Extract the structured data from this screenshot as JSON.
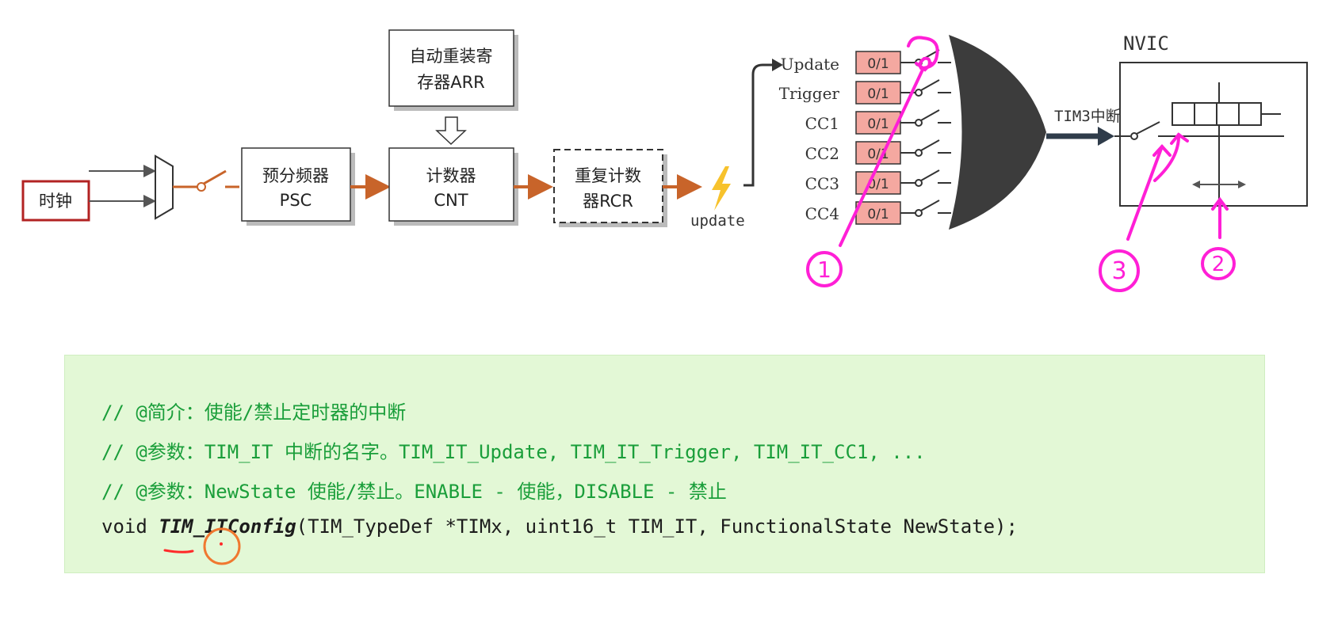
{
  "diagram": {
    "clock_label": "时钟",
    "psc_label": [
      "预分频器",
      "PSC"
    ],
    "arr_label": [
      "自动重装寄",
      "存器ARR"
    ],
    "cnt_label": [
      "计数器",
      "CNT"
    ],
    "rcr_label": [
      "重复计数",
      "器RCR"
    ],
    "update_label": "update",
    "interrupt_sources": [
      {
        "name": "Update",
        "flag": "0/1"
      },
      {
        "name": "Trigger",
        "flag": "0/1"
      },
      {
        "name": "CC1",
        "flag": "0/1"
      },
      {
        "name": "CC2",
        "flag": "0/1"
      },
      {
        "name": "CC3",
        "flag": "0/1"
      },
      {
        "name": "CC4",
        "flag": "0/1"
      }
    ],
    "tim3_irq_label": "TIM3中断",
    "nvic_label": "NVIC",
    "annotations": [
      "1",
      "3",
      "2"
    ],
    "colors": {
      "clock_border": "#b22222",
      "flag_fill": "#f4a8a0",
      "arrow": "#c8642a",
      "annotation": "#ff1fd6",
      "or_gate": "#3c3c3c",
      "irq_arrow": "#2f3c4a",
      "lightning": "#f7c22c",
      "underline_mark": "#ff2a2a",
      "circle_mark": "#f07830"
    }
  },
  "code": {
    "line1": "// @简介：使能/禁止定时器的中断",
    "line2": "// @参数：TIM_IT 中断的名字。TIM_IT_Update, TIM_IT_Trigger, TIM_IT_CC1, ...",
    "line3": "// @参数：NewState 使能/禁止。ENABLE - 使能，DISABLE - 禁止",
    "line4_prefix": "void ",
    "line4_function": "TIM_ITConfig",
    "line4_suffix": "(TIM_TypeDef *TIMx, uint16_t TIM_IT, FunctionalState NewState);"
  }
}
